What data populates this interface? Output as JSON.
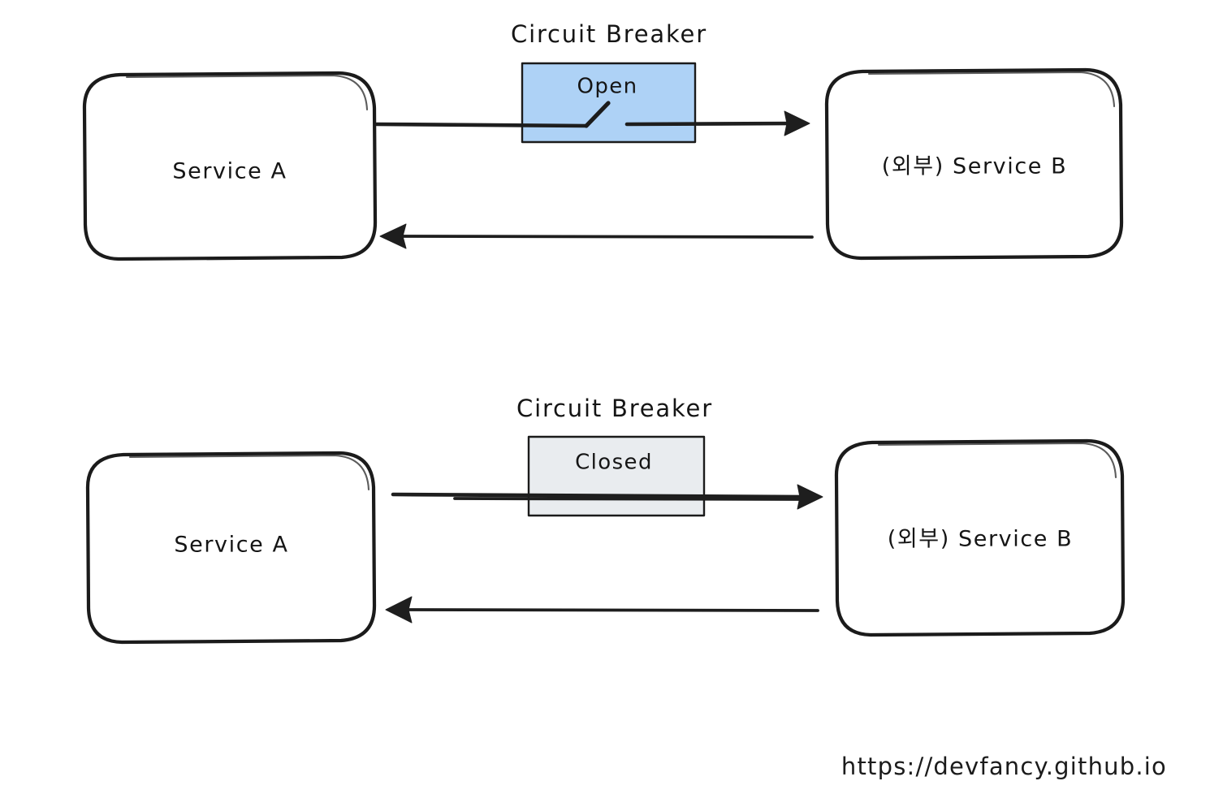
{
  "diagram": {
    "title": "Circuit Breaker pattern diagram",
    "background_color": "#ffffff",
    "ink_color": "#1e1e1e"
  },
  "sections": [
    {
      "id": "open-state",
      "breaker_caption": "Circuit Breaker",
      "breaker_state_label": "Open",
      "breaker_fill": "#aed2f6",
      "caller": "Service A",
      "callee": "(외부) Service B",
      "request_arrow": "forward-blocked",
      "response_arrow": "return"
    },
    {
      "id": "closed-state",
      "breaker_caption": "Circuit Breaker",
      "breaker_state_label": "Closed",
      "breaker_fill": "#e9ecef",
      "caller": "Service A",
      "callee": "(외부) Service B",
      "request_arrow": "forward-connected",
      "response_arrow": "return"
    }
  ],
  "watermark": {
    "url": "https://devfancy.github.io"
  }
}
